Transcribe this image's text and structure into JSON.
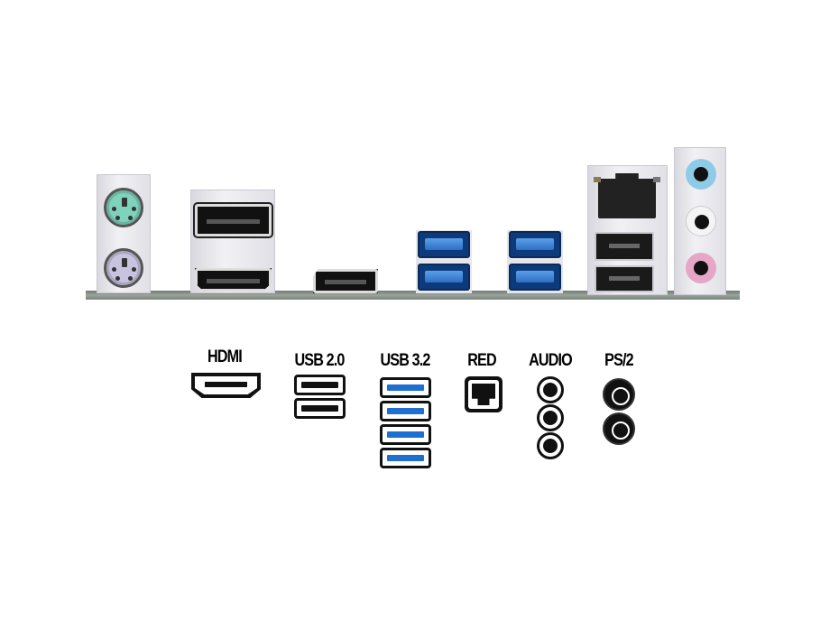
{
  "legend": {
    "hdmi": "HDMI",
    "usb20": "USB 2.0",
    "usb32": "USB 3.2",
    "red": "RED",
    "audio": "AUDIO",
    "ps2": "PS/2"
  },
  "colors": {
    "ps2_keyboard": "#c8c4e0",
    "ps2_mouse": "#7fd3bd",
    "usb3_blue": "#2f6fc4",
    "audio_line_in": "#8ecbe6",
    "audio_line_out": "#f4f4f4",
    "audio_mic": "#e6a6c6"
  }
}
